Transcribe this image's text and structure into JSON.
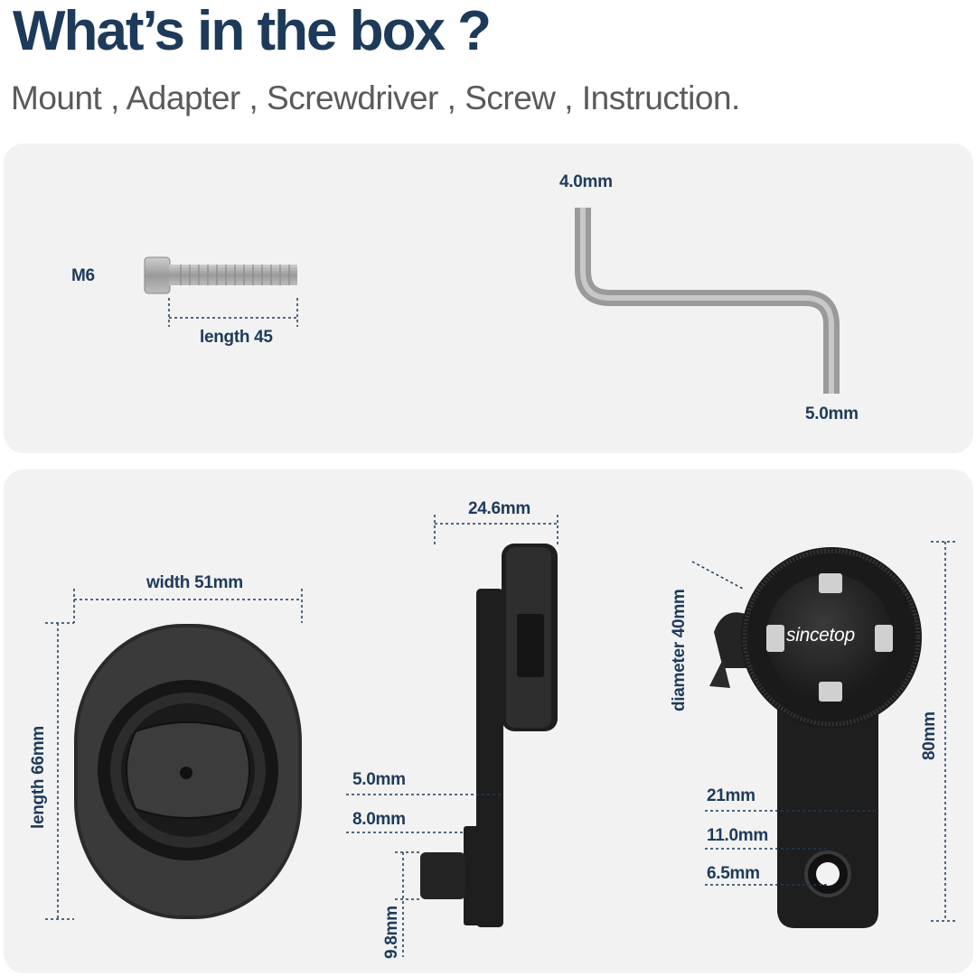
{
  "header": {
    "title": "What’s in the box ?",
    "subtitle": "Mount , Adapter , Screwdriver , Screw , Instruction."
  },
  "screw": {
    "thread_label": "M6",
    "length_label": "length 45"
  },
  "screwdriver": {
    "short_end_label": "4.0mm",
    "long_end_label": "5.0mm"
  },
  "adapter_front": {
    "width_label": "width 51mm",
    "length_label": "length 66mm"
  },
  "adapter_side": {
    "depth_label": "24.6mm",
    "plate_label": "5.0mm",
    "offset_label": "8.0mm",
    "stub_label": "9.8mm"
  },
  "mount": {
    "brand": "sincetop",
    "diameter_label": "diameter 40mm",
    "height_label": "80mm",
    "arm_width_label": "21mm",
    "hole_outer_label": "11.0mm",
    "hole_inner_label": "6.5mm"
  },
  "colors": {
    "heading": "#1d3a5a",
    "subtitle": "#5a5a5a",
    "panel": "#f2f2f2",
    "product": "#1e1e1e"
  }
}
